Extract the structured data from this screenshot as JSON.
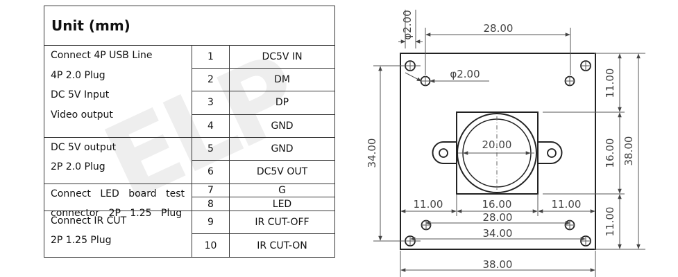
{
  "table": {
    "title": "Unit (mm)",
    "groups": [
      {
        "lines": [
          "Connect 4P USB Line",
          "4P 2.0 Plug",
          "DC 5V Input",
          "Video output"
        ],
        "rows": [
          {
            "pin": "1",
            "signal": "DC5V IN"
          },
          {
            "pin": "2",
            "signal": "DM"
          },
          {
            "pin": "3",
            "signal": "DP"
          },
          {
            "pin": "4",
            "signal": "GND"
          }
        ]
      },
      {
        "lines": [
          "DC 5V output",
          "2P 2.0 Plug"
        ],
        "rows": [
          {
            "pin": "5",
            "signal": "GND"
          },
          {
            "pin": "6",
            "signal": "DC5V OUT"
          }
        ]
      },
      {
        "lines": [
          "Connect LED board test connector 2P 1.25 Plug"
        ],
        "rows": [
          {
            "pin": "7",
            "signal": "G"
          },
          {
            "pin": "8",
            "signal": "LED"
          }
        ]
      },
      {
        "lines": [
          "Connect IR CUT",
          "2P 1.25 Plug"
        ],
        "rows": [
          {
            "pin": "9",
            "signal": "IR CUT-OFF"
          },
          {
            "pin": "10",
            "signal": "IR CUT-ON"
          }
        ]
      }
    ]
  },
  "watermark": "ELP",
  "drawing": {
    "hole_dia_top": "φ2.00",
    "hole_dia_side": "φ2.00",
    "dim_top_28": "28.00",
    "dim_height_34": "34.00",
    "dim_right_11_top": "11.00",
    "dim_right_16": "16.00",
    "dim_right_11_bottom": "11.00",
    "dim_right_38": "38.00",
    "dim_lens_20": "20.00",
    "dim_h_11_left": "11.00",
    "dim_h_16": "16.00",
    "dim_h_11_right": "11.00",
    "dim_bottom_28": "28.00",
    "dim_bottom_34": "34.00",
    "dim_bottom_38": "38.00"
  }
}
